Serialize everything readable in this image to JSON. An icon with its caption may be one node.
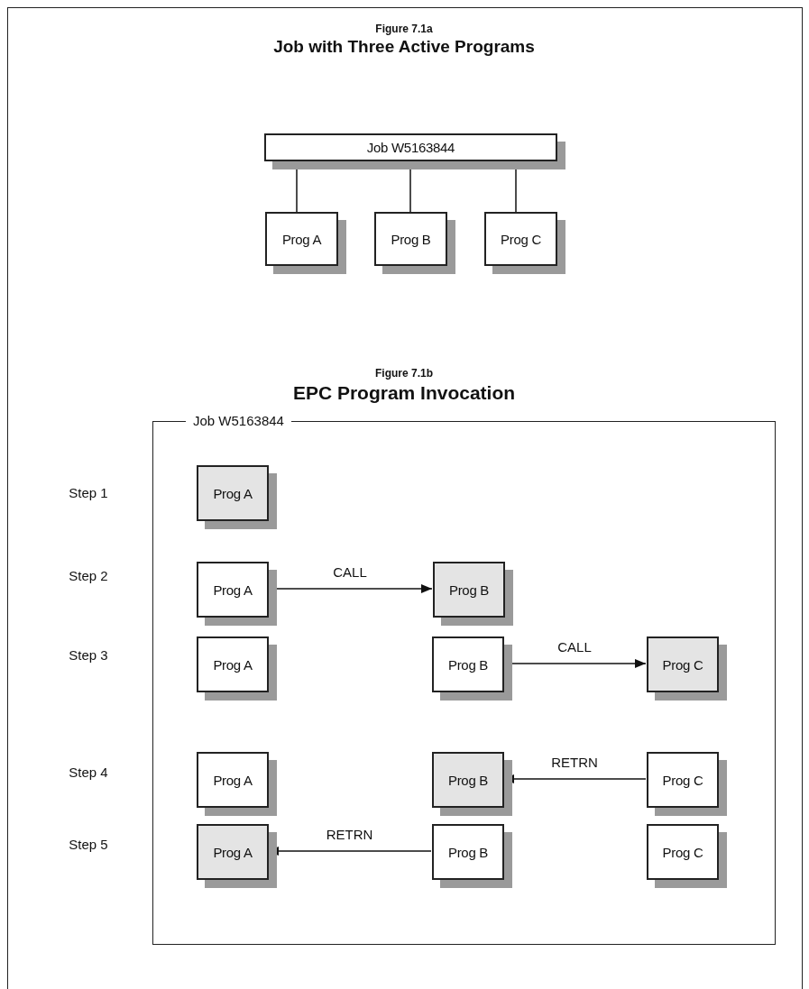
{
  "diagram": {
    "nodes": [
      {
        "text": [
          "Job W5163844"
        ]
      },
      {
        "text": [
          "Prog A"
        ]
      },
      {
        "text": [
          "Prog B"
        ]
      },
      {
        "text": [
          "Prog C"
        ]
      },
      {
        "text": [
          "Job W5163844"
        ]
      },
      {
        "text": [
          "Prog A"
        ],
        "in": 4
      },
      {
        "text": [
          "Prog A"
        ],
        "in": 4
      },
      {
        "text": [
          "Prog B"
        ],
        "in": 4
      },
      {
        "text": [
          "Prog A"
        ],
        "in": 4
      },
      {
        "text": [
          "Prog B"
        ],
        "in": 4
      },
      {
        "text": [
          "Prog C"
        ],
        "in": 4
      },
      {
        "text": [
          "Prog A"
        ],
        "in": 4
      },
      {
        "text": [
          "Prog B"
        ],
        "in": 4
      },
      {
        "text": [
          "Prog C"
        ],
        "in": 4
      },
      {
        "text": [
          "Prog A"
        ],
        "in": 4
      },
      {
        "text": [
          "Prog B"
        ],
        "in": 4
      },
      {
        "text": [
          "Prog C"
        ],
        "in": 4
      }
    ],
    "edges": [
      {
        "from": 0,
        "to": 1,
        "arrow": "none"
      },
      {
        "from": 0,
        "to": 2,
        "arrow": "none"
      },
      {
        "from": 0,
        "to": 3,
        "arrow": "none"
      },
      {
        "from": 6,
        "to": 7,
        "arrow": "to",
        "label": "CALL"
      },
      {
        "from": 9,
        "to": 10,
        "arrow": "to",
        "label": "CALL"
      },
      {
        "from": 13,
        "to": 12,
        "arrow": "to",
        "label": "RETRN"
      },
      {
        "from": 15,
        "to": 14,
        "arrow": "to",
        "label": "RETRN"
      }
    ],
    "labels": [
      "Figure 7.1a",
      "Job with Three Active Programs",
      "Figure 7.1b",
      "EPC Program Invocation",
      "Step 1",
      "Step 2",
      "Step 3",
      "Step 4",
      "Step 5"
    ]
  }
}
